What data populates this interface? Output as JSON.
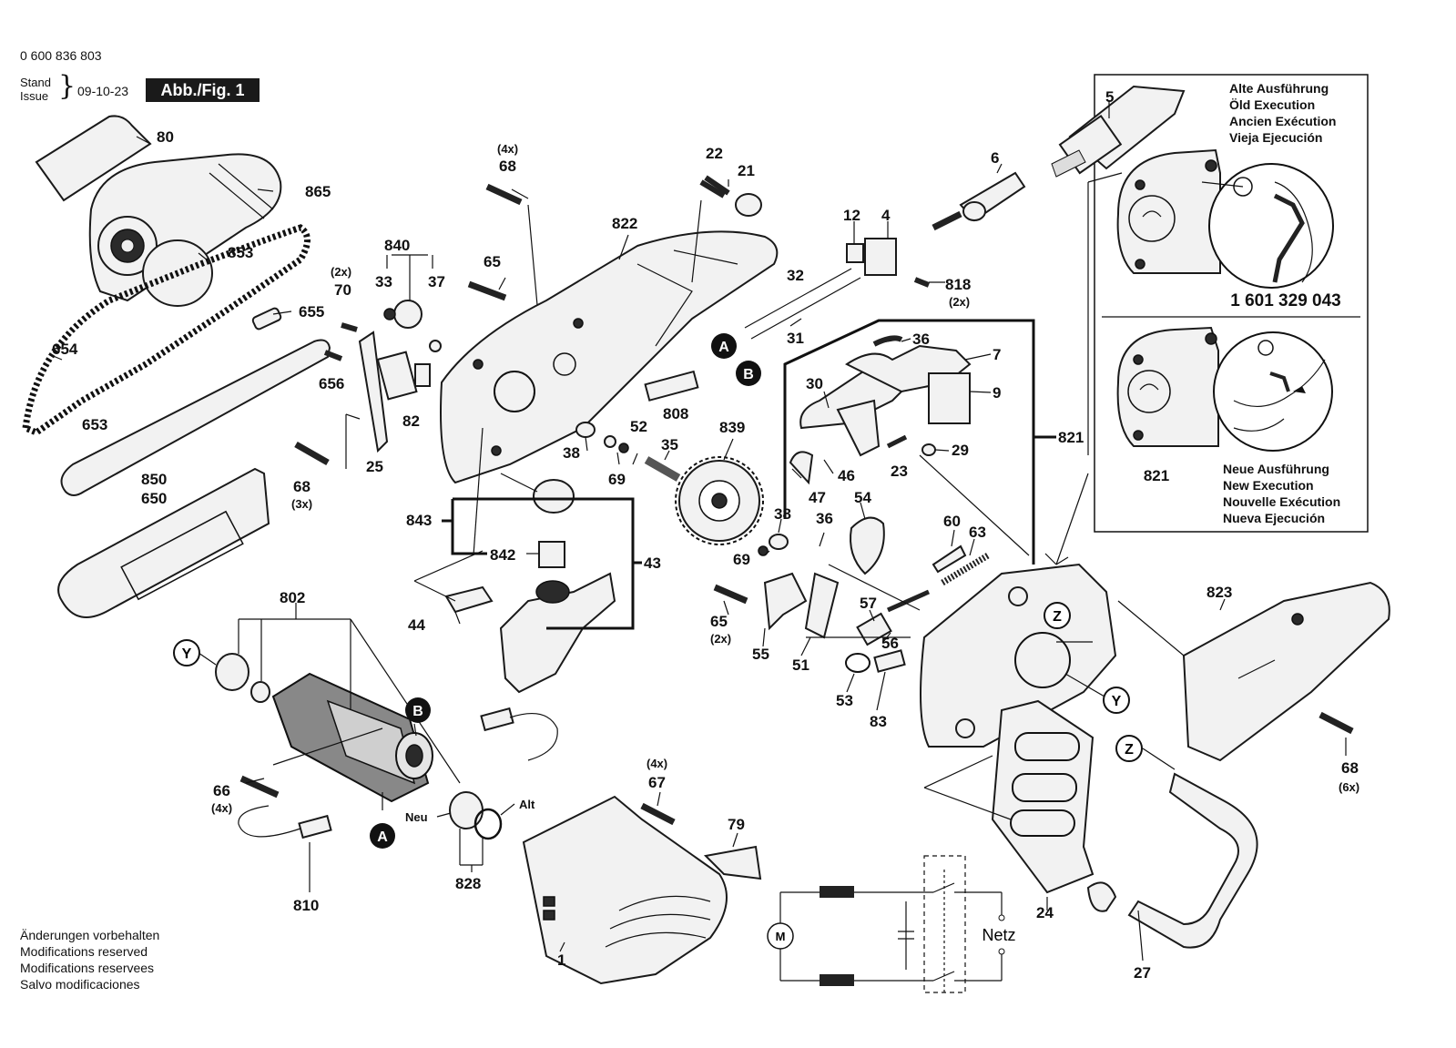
{
  "header": {
    "figure_number": "0 600 836 803",
    "stand_label": "Stand",
    "issue_label": "Issue",
    "date": "09-10-23",
    "fig_label": "Abb./Fig. 1"
  },
  "footer": {
    "lines": [
      "Änderungen vorbehalten",
      "Modifications reserved",
      "Modifications reservees",
      "Salvo modificaciones"
    ]
  },
  "inset_old": {
    "lines": [
      "Alte Ausführung",
      "Öld Execution",
      "Ancien Exécution",
      "Vieja Ejecución"
    ],
    "part_number": "1 601 329 043"
  },
  "inset_new": {
    "part": "821",
    "lines": [
      "Neue Ausführung",
      "New Execution",
      "Nouvelle Exécution",
      "Nueva Ejecución"
    ]
  },
  "callouts": {
    "A1": "A",
    "A2": "A",
    "B1": "B",
    "B2": "B",
    "Y1": "Y",
    "Y2": "Y",
    "Z1": "Z",
    "Z2": "Z"
  },
  "wiring": {
    "netz": "Netz"
  },
  "labels": {
    "p80": "80",
    "p865": "865",
    "p853": "853",
    "p654": "654",
    "p655": "655",
    "p656": "656",
    "p70": "70",
    "p70q": "(2x)",
    "p653": "653",
    "p840": "840",
    "p33": "33",
    "p37": "37",
    "p82": "82",
    "p25": "25",
    "p68a": "68",
    "p68aq": "(4x)",
    "p65a": "65",
    "p822": "822",
    "p68b": "68",
    "p68bq": "(3x)",
    "p850": "850",
    "p650": "650",
    "p22": "22",
    "p21": "21",
    "p5": "5",
    "p6": "6",
    "p12": "12",
    "p4": "4",
    "p818": "818",
    "p818q": "(2x)",
    "p32": "32",
    "p31": "31",
    "p808": "808",
    "p36a": "36",
    "p7": "7",
    "p30": "30",
    "p9": "9",
    "p821": "821",
    "p29": "29",
    "p23": "23",
    "p46": "46",
    "p47": "47",
    "p38a": "38",
    "p69a": "69",
    "p52": "52",
    "p35": "35",
    "p839": "839",
    "p843": "843",
    "p842": "842",
    "p43": "43",
    "p44": "44",
    "p38b": "38",
    "p36b": "36",
    "p69b": "69",
    "p54": "54",
    "p60": "60",
    "p63": "63",
    "p65b": "65",
    "p65bq": "(2x)",
    "p55": "55",
    "p51": "51",
    "p57": "57",
    "p56": "56",
    "p53": "53",
    "p83": "83",
    "p802": "802",
    "p66": "66",
    "p66q": "(4x)",
    "p810": "810",
    "p828": "828",
    "p_neu": "Neu",
    "p_alt": "Alt",
    "p67": "67",
    "p67q": "(4x)",
    "p79": "79",
    "p1": "1",
    "p823": "823",
    "p68c": "68",
    "p68cq": "(6x)",
    "p24": "24",
    "p27": "27"
  }
}
